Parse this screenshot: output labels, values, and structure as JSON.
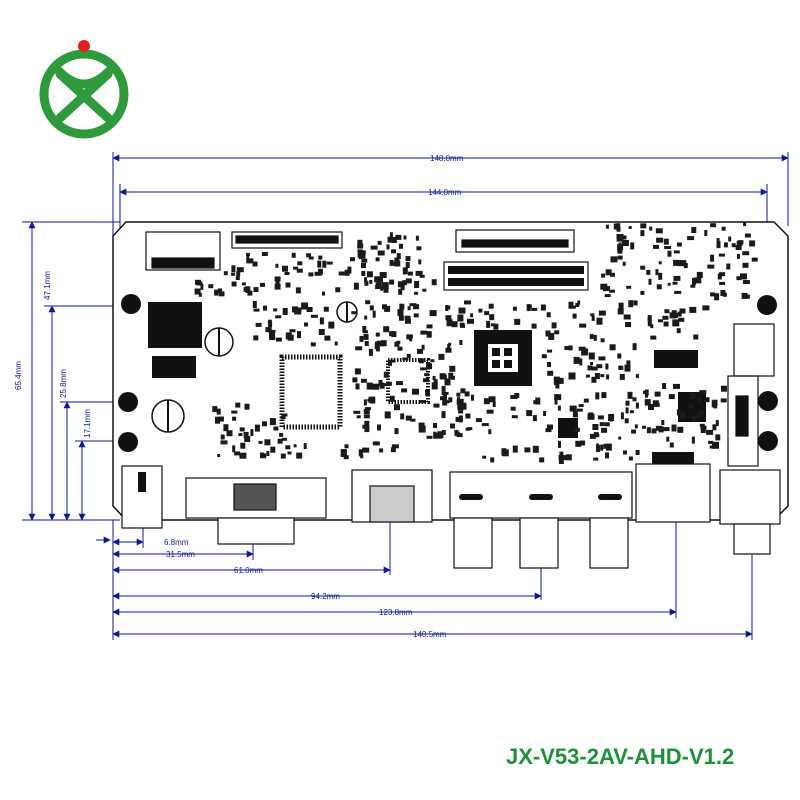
{
  "model_name": "JX-V53-2AV-AHD-V1.2",
  "logo": {
    "name": "jx-logo",
    "ring_color": "#2f9a3c",
    "dot_color": "#e02020"
  },
  "colors": {
    "dimension": "#0b1a8c",
    "outline": "#111111",
    "component": "#1a1a1a"
  },
  "dimensions": {
    "top": [
      "148.0mm",
      "144.0mm"
    ],
    "left": [
      "65.4mm",
      "47.1mm",
      "25.8mm",
      "17.1mm"
    ],
    "bottom": [
      "6.8mm",
      "31.5mm",
      "61.0mm",
      "94.2mm",
      "123.8mm",
      "140.5mm"
    ]
  }
}
